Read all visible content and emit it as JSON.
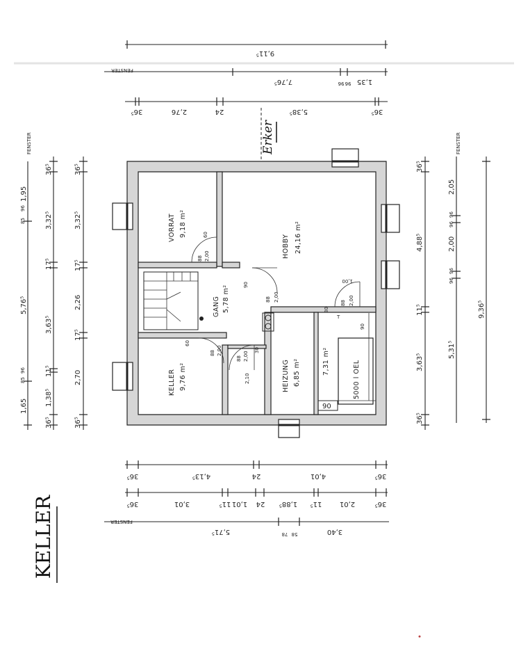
{
  "drawing": {
    "title": "KELLER",
    "note": "Erker",
    "window_label": "FENSTER"
  },
  "rooms": {
    "vorrat": {
      "name": "VORRAT",
      "area": "9,18 m²"
    },
    "hobby": {
      "name": "HOBBY",
      "area": "24,16 m²"
    },
    "gang": {
      "name": "GANG",
      "area": "5,78 m²"
    },
    "keller": {
      "name": "KELLER",
      "area": "9,76 m²"
    },
    "heizung": {
      "name": "HEIZUNG",
      "area": "6,85 m²"
    },
    "oel": {
      "name": "7,31 m²",
      "tank": "5000 l OEL",
      "tank_small": "90"
    }
  },
  "top_dims": {
    "overall": "9,11⁵",
    "row2": [
      "7,76⁵",
      "1,35",
      "96",
      "96"
    ],
    "row3": [
      "36⁵",
      "2,76",
      "24",
      "5,38⁵",
      "36⁵"
    ]
  },
  "bottom_dims": {
    "row1": [
      "36⁵",
      "4,13⁵",
      "24",
      "4,01",
      "36⁵"
    ],
    "row2": [
      "36⁵",
      "3,01",
      "11⁵",
      "1,01",
      "24",
      "1,88⁵",
      "11⁵",
      "2,01",
      "36⁵"
    ],
    "row3": [
      "5,71⁵",
      "78",
      "58",
      "3,40"
    ]
  },
  "left_dims": {
    "outer": [
      "1,95",
      "85",
      "96",
      "5,76⁵",
      "85",
      "96",
      "1,65"
    ],
    "mid": [
      "36⁵",
      "3,32⁵",
      "17⁵",
      "3,63⁵",
      "11⁵",
      "1,38⁵",
      "36⁵"
    ],
    "inner": [
      "36⁵",
      "3,32⁵",
      "17⁵",
      "2,26",
      "17⁵",
      "2,70",
      "36⁵"
    ]
  },
  "right_dims": {
    "inner": [
      "36⁵",
      "4,88⁵",
      "11⁵",
      "3,63⁵",
      "36⁵"
    ],
    "mid": [
      "2,05",
      "96",
      "96",
      "2,00",
      "96",
      "96",
      "5,31⁵"
    ],
    "outer": [
      "9,36⁵"
    ]
  },
  "door_labels": {
    "d1": [
      "88",
      "2,00"
    ],
    "d2": [
      "88",
      "2,00"
    ],
    "d3": [
      "88",
      "2,00"
    ],
    "d4": [
      "88",
      "2,00"
    ],
    "d5": [
      "88",
      "2,00"
    ],
    "small": [
      "60",
      "90",
      "60",
      "90",
      "1,00",
      "30",
      "2,10",
      "30",
      "T"
    ]
  }
}
